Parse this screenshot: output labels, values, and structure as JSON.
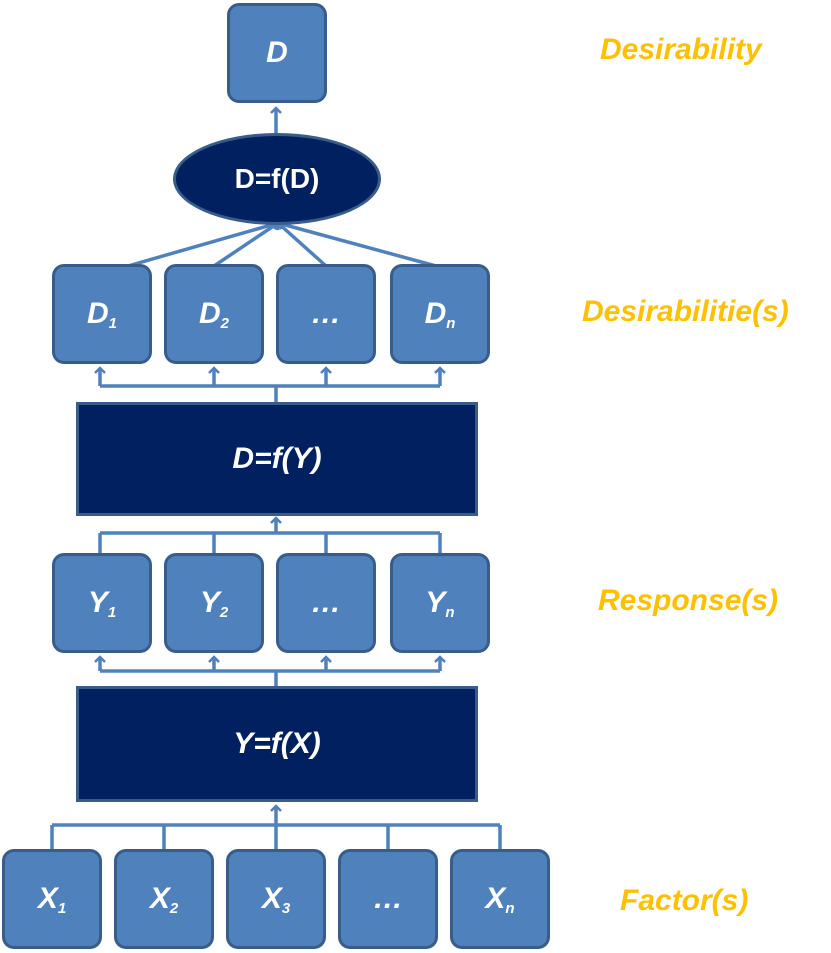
{
  "top": {
    "main": "D"
  },
  "aggregate": {
    "label": "D=f(D)"
  },
  "desirabilities": [
    {
      "main": "D",
      "sub": "1"
    },
    {
      "main": "D",
      "sub": "2"
    },
    {
      "main": "…",
      "sub": ""
    },
    {
      "main": "D",
      "sub": "n"
    }
  ],
  "desirability_function": {
    "label": "D=f(Y)"
  },
  "responses": [
    {
      "main": "Y",
      "sub": "1"
    },
    {
      "main": "Y",
      "sub": "2"
    },
    {
      "main": "…",
      "sub": ""
    },
    {
      "main": "Y",
      "sub": "n"
    }
  ],
  "response_function": {
    "label": "Y=f(X)"
  },
  "factors": [
    {
      "main": "X",
      "sub": "1"
    },
    {
      "main": "X",
      "sub": "2"
    },
    {
      "main": "X",
      "sub": "3"
    },
    {
      "main": "…",
      "sub": ""
    },
    {
      "main": "X",
      "sub": "n"
    }
  ],
  "labels": {
    "desirability": "Desirability",
    "desirabilities": "Desirabilitie(s)",
    "responses": "Response(s)",
    "factors": "Factor(s)"
  },
  "colors": {
    "box_fill": "#4f81bd",
    "box_border": "#385d8a",
    "dark_fill": "#002060",
    "connector": "#4f81bd",
    "label_color": "#ffc000"
  }
}
